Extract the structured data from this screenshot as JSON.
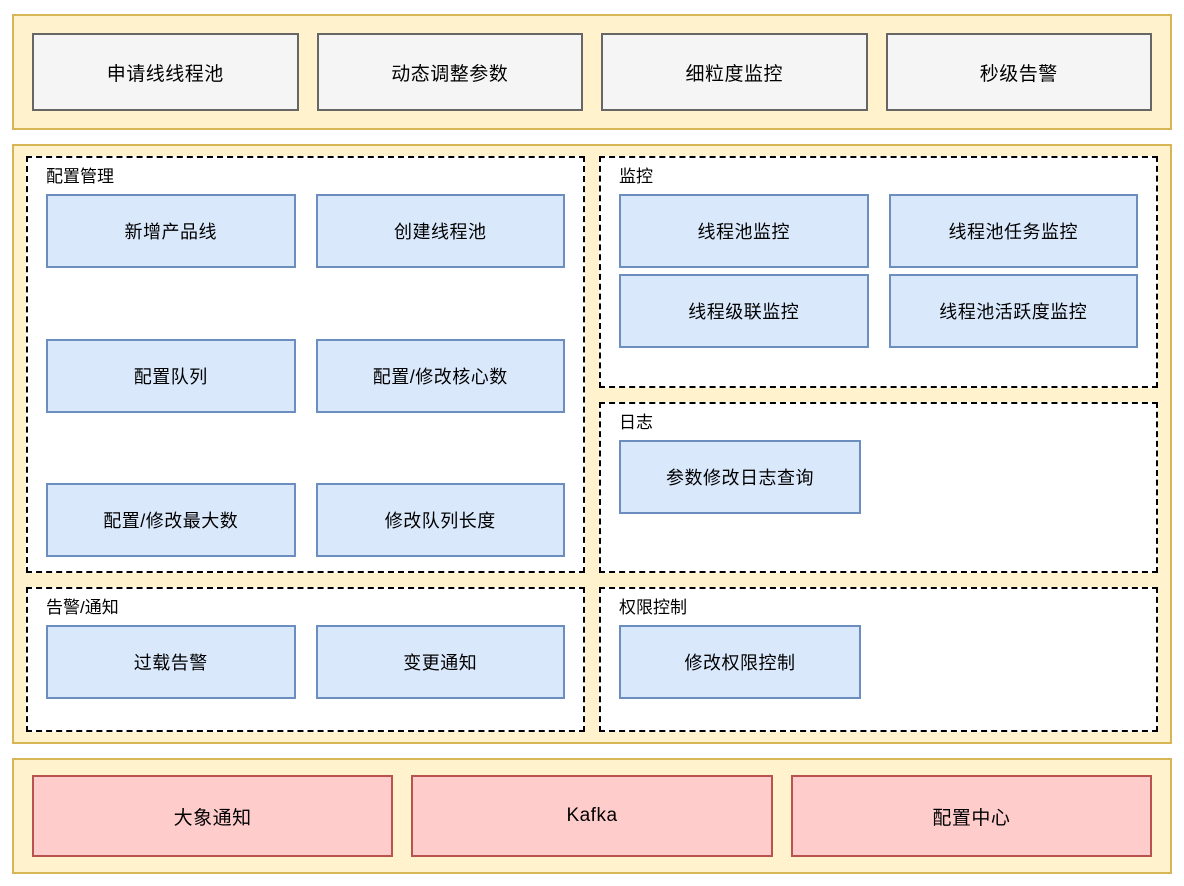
{
  "colors": {
    "panel_fill": "#fff2cc",
    "panel_border": "#d6b656",
    "gray_fill": "#f5f5f5",
    "gray_border": "#666666",
    "blue_fill": "#dae8fc",
    "blue_border": "#6c8ebf",
    "pink_fill": "#ffcccc",
    "pink_border": "#b85450",
    "group_border": "#000000",
    "canvas": "#ffffff"
  },
  "top_capabilities": [
    {
      "label": "申请线线程池"
    },
    {
      "label": "动态调整参数"
    },
    {
      "label": "细粒度监控"
    },
    {
      "label": "秒级告警"
    }
  ],
  "left_column": {
    "groups": [
      {
        "title": "配置管理",
        "rows": [
          [
            {
              "label": "新增产品线"
            },
            {
              "label": "创建线程池"
            }
          ],
          [
            {
              "label": "配置队列"
            },
            {
              "label": "配置/修改核心数"
            }
          ],
          [
            {
              "label": "配置/修改最大数"
            },
            {
              "label": "修改队列长度"
            }
          ]
        ]
      },
      {
        "title": "告警/通知",
        "rows": [
          [
            {
              "label": "过载告警"
            },
            {
              "label": "变更通知"
            }
          ]
        ]
      }
    ]
  },
  "right_column": {
    "groups": [
      {
        "title": "监控",
        "rows": [
          [
            {
              "label": "线程池监控"
            },
            {
              "label": "线程池任务监控"
            }
          ],
          [
            {
              "label": "线程级联监控"
            },
            {
              "label": "线程池活跃度监控"
            }
          ]
        ]
      },
      {
        "title": "日志",
        "rows": [
          [
            {
              "label": "参数修改日志查询"
            }
          ]
        ]
      },
      {
        "title": "权限控制",
        "rows": [
          [
            {
              "label": "修改权限控制"
            }
          ]
        ]
      }
    ]
  },
  "bottom_infrastructure": [
    {
      "label": "大象通知"
    },
    {
      "label": "Kafka"
    },
    {
      "label": "配置中心"
    }
  ]
}
